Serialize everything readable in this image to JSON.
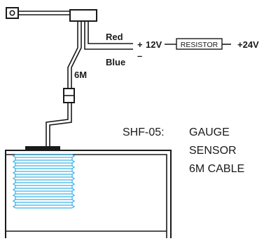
{
  "wires": {
    "red_label": "Red",
    "blue_label": "Blue",
    "plus": "+",
    "minus": "–",
    "v12": "12V",
    "resistor": "RESISTOR",
    "v24": "+24V",
    "length": "6M"
  },
  "caption": {
    "model": "SHF-05:",
    "line1": "GAUGE",
    "line2": "SENSOR",
    "line3": "6M CABLE"
  },
  "colors": {
    "ink": "#1a1a1a",
    "sensor": "#3cb4e6"
  }
}
